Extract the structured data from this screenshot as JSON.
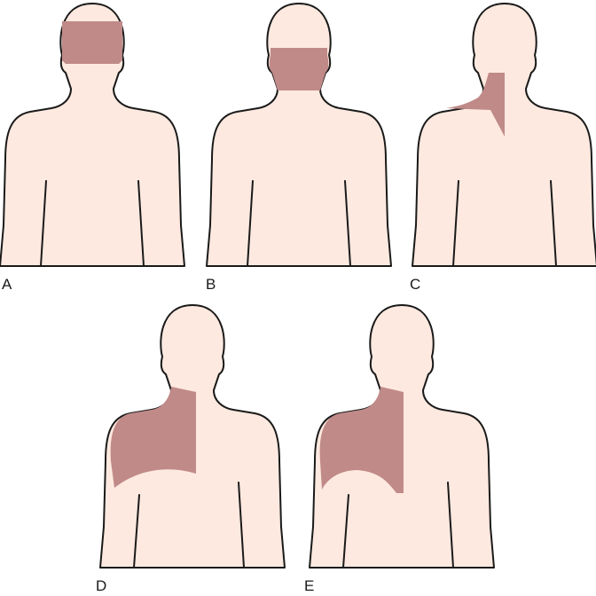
{
  "colors": {
    "skin": "#fde9df",
    "outline": "#1a1a1a",
    "pain_region": "#c08a89",
    "background": "#ffffff"
  },
  "panels": [
    {
      "label": "A",
      "highlighted_region": "head-occipital"
    },
    {
      "label": "B",
      "highlighted_region": "neck"
    },
    {
      "label": "C",
      "highlighted_region": "neck-and-upper-shoulder"
    },
    {
      "label": "D",
      "highlighted_region": "shoulder-and-upper-back"
    },
    {
      "label": "E",
      "highlighted_region": "shoulder-and-upper-back-extended"
    }
  ]
}
